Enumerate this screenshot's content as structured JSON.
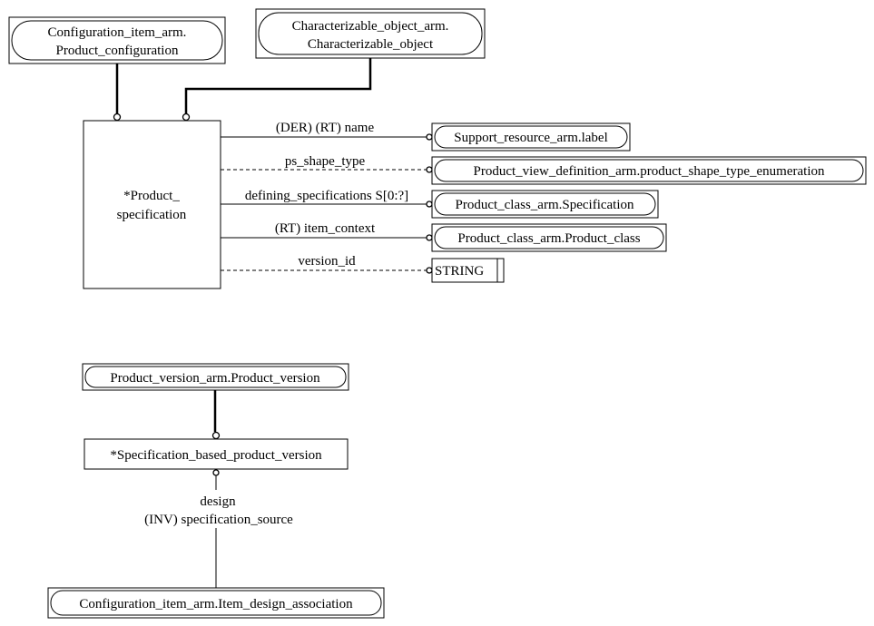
{
  "top_entities": {
    "configuration_item": [
      "Configuration_item_arm.",
      "Product_configuration"
    ],
    "characterizable_object": [
      "Characterizable_object_arm.",
      "Characterizable_object"
    ]
  },
  "product_specification": [
    "*Product_",
    "specification"
  ],
  "attributes": [
    {
      "label": "(DER) (RT) name",
      "target": "Support_resource_arm.label",
      "style": "solid"
    },
    {
      "label": "ps_shape_type",
      "target": "Product_view_definition_arm.product_shape_type_enumeration",
      "style": "dashed"
    },
    {
      "label": "defining_specifications S[0:?]",
      "target": "Product_class_arm.Specification",
      "style": "solid"
    },
    {
      "label": "(RT) item_context",
      "target": "Product_class_arm.Product_class",
      "style": "solid"
    },
    {
      "label": "version_id",
      "target": "STRING",
      "style": "dashed"
    }
  ],
  "bottom": {
    "product_version": "Product_version_arm.Product_version",
    "spec_based_version": "*Specification_based_product_version",
    "link_label": [
      "design",
      "(INV) specification_source"
    ],
    "item_design_association": "Configuration_item_arm.Item_design_association"
  }
}
